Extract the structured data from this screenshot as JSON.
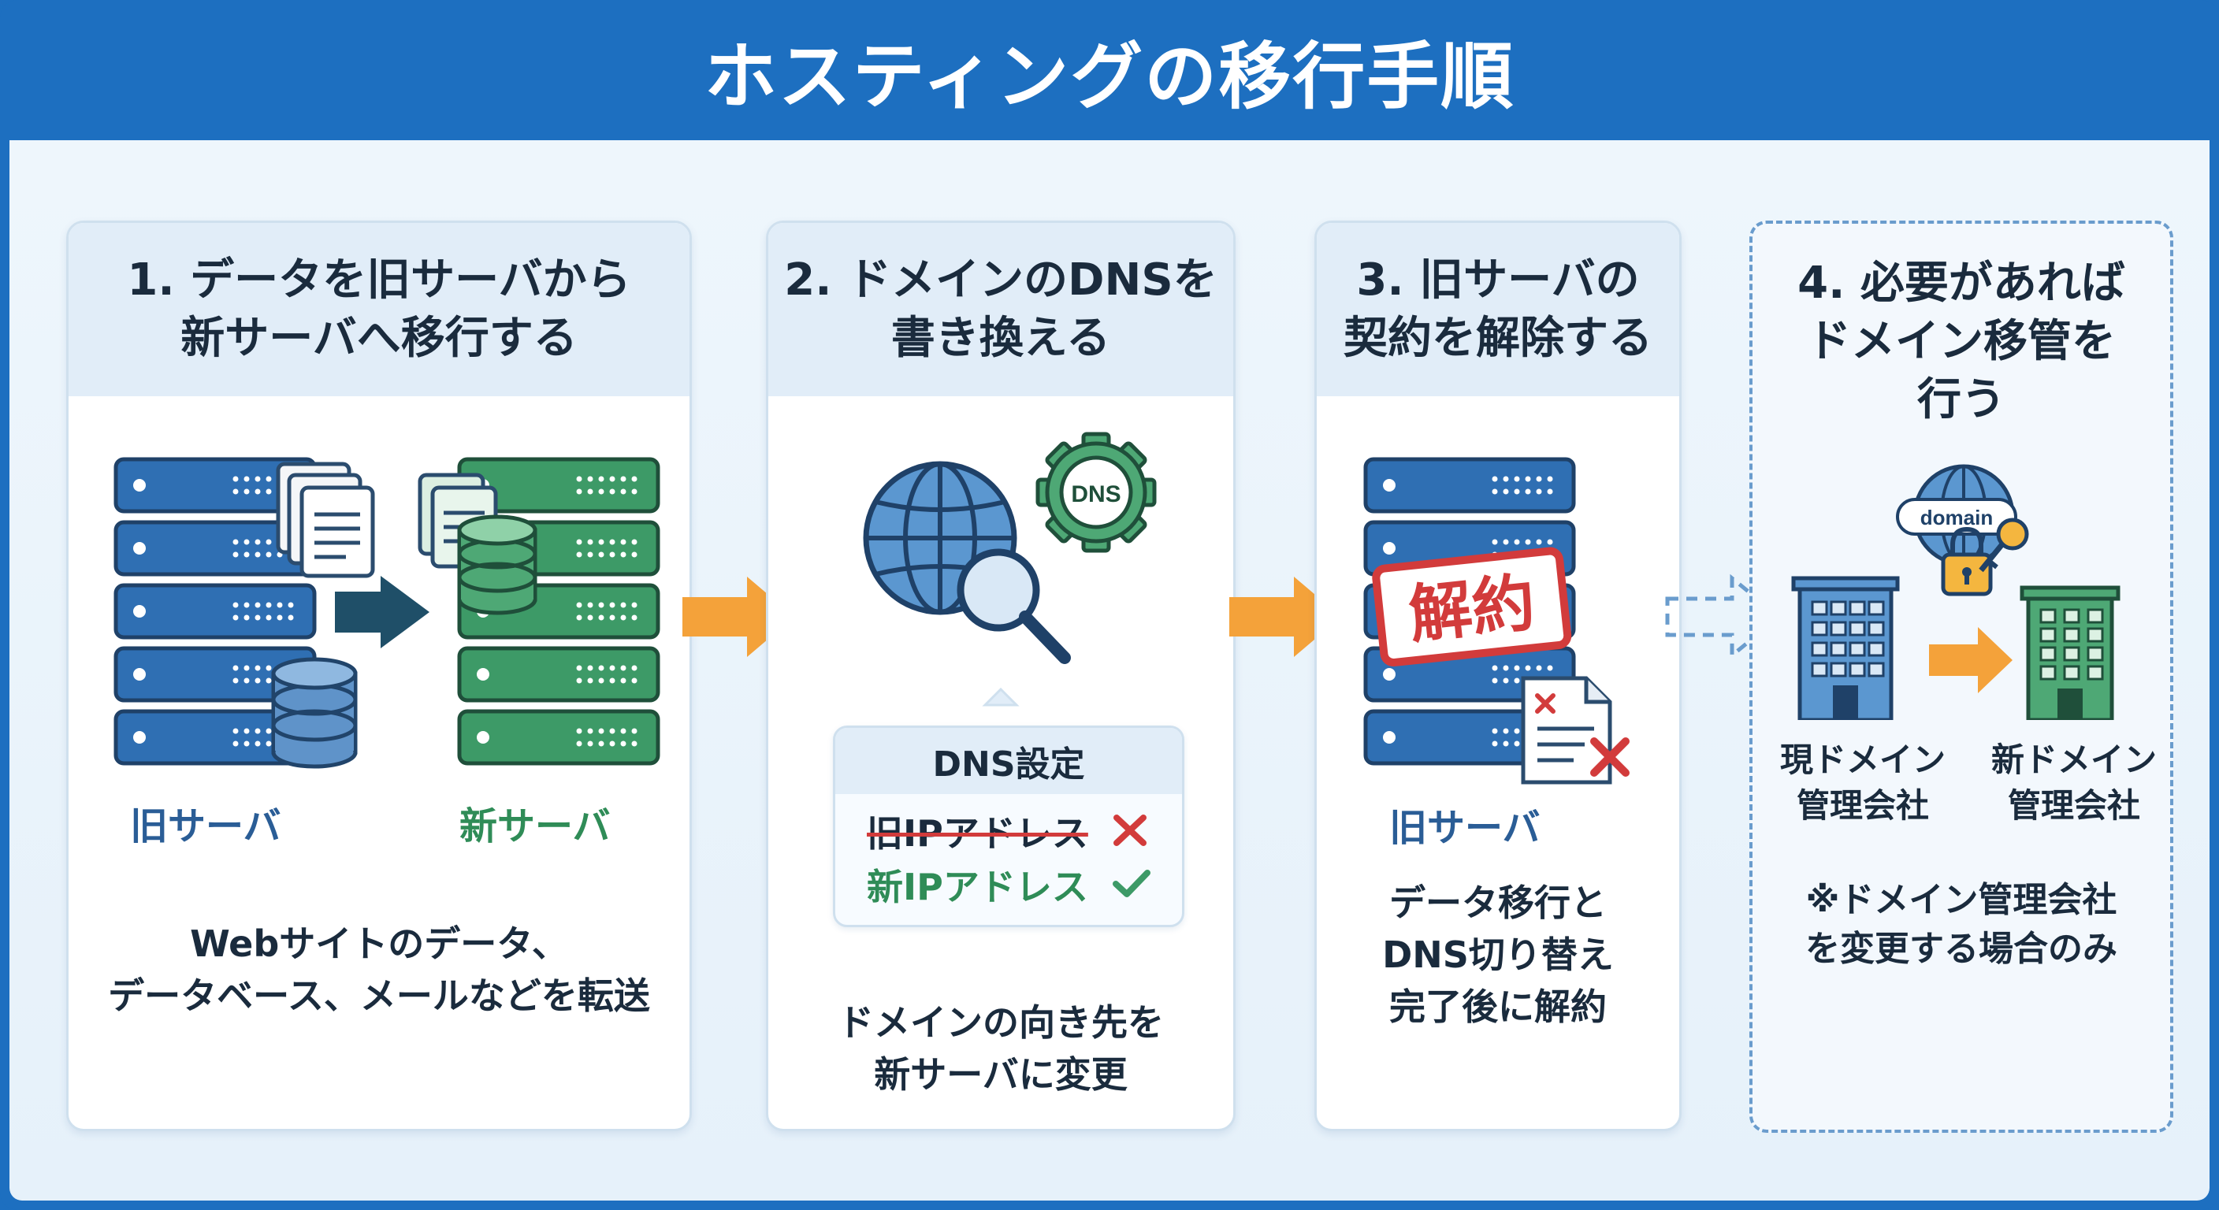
{
  "title": "ホスティングの移行手順",
  "steps": [
    {
      "heading_lines": [
        "1. データを旧サーバから",
        "新サーバへ移行する"
      ],
      "old_label": "旧サーバ",
      "new_label": "新サーバ",
      "desc_lines": [
        "Webサイトのデータ、",
        "データベース、メールなどを転送"
      ]
    },
    {
      "heading_lines": [
        "2. ドメインのDNSを",
        "書き換える"
      ],
      "gear_label": "DNS",
      "dns_title": "DNS設定",
      "dns_old": "旧IPアドレス",
      "dns_new": "新IPアドレス",
      "desc_lines": [
        "ドメインの向き先を",
        "新サーバに変更"
      ]
    },
    {
      "heading_lines": [
        "3. 旧サーバの",
        "契約を解除する"
      ],
      "stamp": "解約",
      "server_label": "旧サーバ",
      "desc_lines": [
        "データ移行と",
        "DNS切り替え",
        "完了後に解約"
      ]
    },
    {
      "heading_lines": [
        "4. 必要があれば",
        "ドメイン移管を",
        "行う"
      ],
      "domain_tag": "domain",
      "current_lines": [
        "現ドメイン",
        "管理会社"
      ],
      "new_lines": [
        "新ドメイン",
        "管理会社"
      ],
      "note_lines": [
        "※ドメイン管理会社",
        "を変更する場合のみ"
      ]
    }
  ],
  "colors": {
    "header_blue": "#1d6fc0",
    "server_blue": "#2f6fb3",
    "server_green": "#3d9a67",
    "arrow_orange": "#f4a23a",
    "cancel_red": "#d23b3b"
  }
}
